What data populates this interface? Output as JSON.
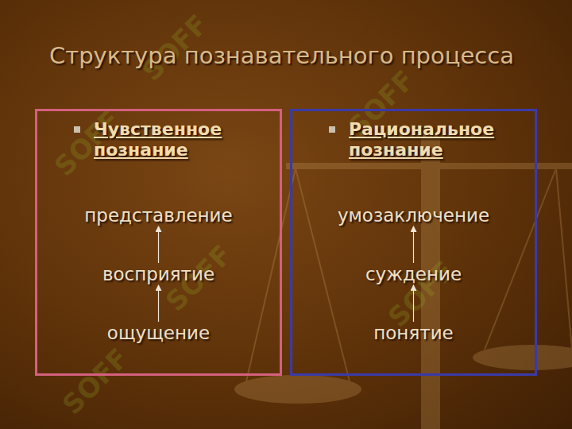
{
  "diagram": {
    "title": "Структура познавательного процесса",
    "nodes": [
      {
        "text": [
          "Чувственное познание"
        ]
      },
      {
        "text": [
          "представление"
        ],
        "in": 0
      },
      {
        "text": [
          "восприятие"
        ],
        "in": 0
      },
      {
        "text": [
          "ощущение"
        ],
        "in": 0
      },
      {
        "text": [
          "Рациональное познание"
        ]
      },
      {
        "text": [
          "умозаключение"
        ],
        "in": 4
      },
      {
        "text": [
          "суждение"
        ],
        "in": 4
      },
      {
        "text": [
          "понятие"
        ],
        "in": 4
      }
    ],
    "edges": [
      {
        "from": 3,
        "to": 2,
        "arrow": "to"
      },
      {
        "from": 2,
        "to": 1,
        "arrow": "to"
      },
      {
        "from": 7,
        "to": 6,
        "arrow": "to"
      },
      {
        "from": 6,
        "to": 5,
        "arrow": "to"
      }
    ],
    "labels": [
      "SOFF",
      "SOFF",
      "SOFF",
      "SOFF",
      "SOFF",
      "SOFF"
    ]
  }
}
